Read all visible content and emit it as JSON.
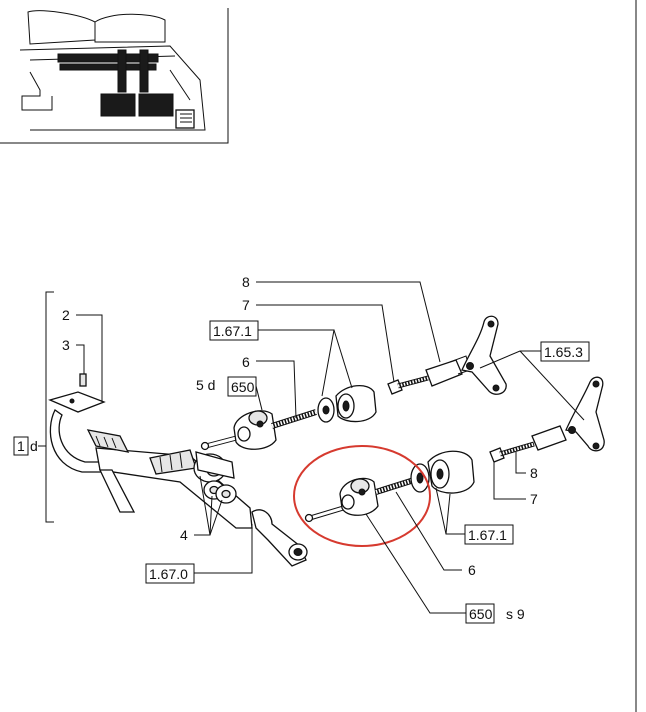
{
  "labels": {
    "l8_top": "8",
    "l7_top": "7",
    "ref_1671_top": "1.67.1",
    "l6_top": "6",
    "l5d": "5 d",
    "ref_650_top": "650",
    "l2": "2",
    "l3": "3",
    "ref_1d": "1",
    "l1d_suffix": "d",
    "ref_1653": "1.65.3",
    "l8_right": "8",
    "l7_right": "7",
    "l4": "4",
    "ref_1671_right": "1.67.1",
    "ref_1670": "1.67.0",
    "l6_bottom": "6",
    "ref_650_bottom": "650",
    "ls9": "s 9"
  },
  "colors": {
    "highlight": "#d63a2f",
    "ink": "#111111"
  }
}
